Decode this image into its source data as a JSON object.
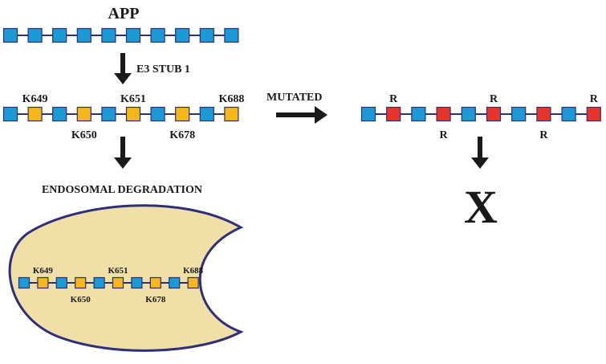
{
  "texts": {
    "title": "APP",
    "enzyme": "E3 STUB 1",
    "mutated": "MUTATED",
    "degradation": "ENDOSOMAL DEGRADATION",
    "x_mark": "X"
  },
  "colors": {
    "blue": "#1b9ad6",
    "yellow": "#f7b716",
    "red": "#e8352b",
    "line": "#2d2f7a",
    "arrow": "#1a1a1a",
    "endosome_fill": "#f0dfa6",
    "endosome_stroke": "#2d2f7a",
    "x_color": "#e3261e"
  },
  "chains": {
    "app": {
      "residues": [
        "blue",
        "blue",
        "blue",
        "blue",
        "blue",
        "blue",
        "blue",
        "blue",
        "blue",
        "blue"
      ]
    },
    "ubiquitinated": {
      "residues": [
        "blue",
        "yellow",
        "blue",
        "yellow",
        "blue",
        "yellow",
        "blue",
        "yellow",
        "blue",
        "yellow"
      ],
      "labels_top": [
        "K649",
        "K651",
        "K688"
      ],
      "labels_bottom": [
        "K650",
        "K678"
      ]
    },
    "mutated": {
      "residues": [
        "blue",
        "red",
        "blue",
        "red",
        "blue",
        "red",
        "blue",
        "red",
        "blue",
        "red"
      ],
      "labels_top": [
        "R",
        "R",
        "R"
      ],
      "labels_bottom": [
        "R",
        "R"
      ]
    },
    "endosome": {
      "residues": [
        "blue",
        "yellow",
        "blue",
        "yellow",
        "blue",
        "yellow",
        "blue",
        "yellow",
        "blue",
        "yellow"
      ],
      "labels_top": [
        "K649",
        "K651",
        "K688"
      ],
      "labels_bottom": [
        "K650",
        "K678"
      ]
    }
  }
}
